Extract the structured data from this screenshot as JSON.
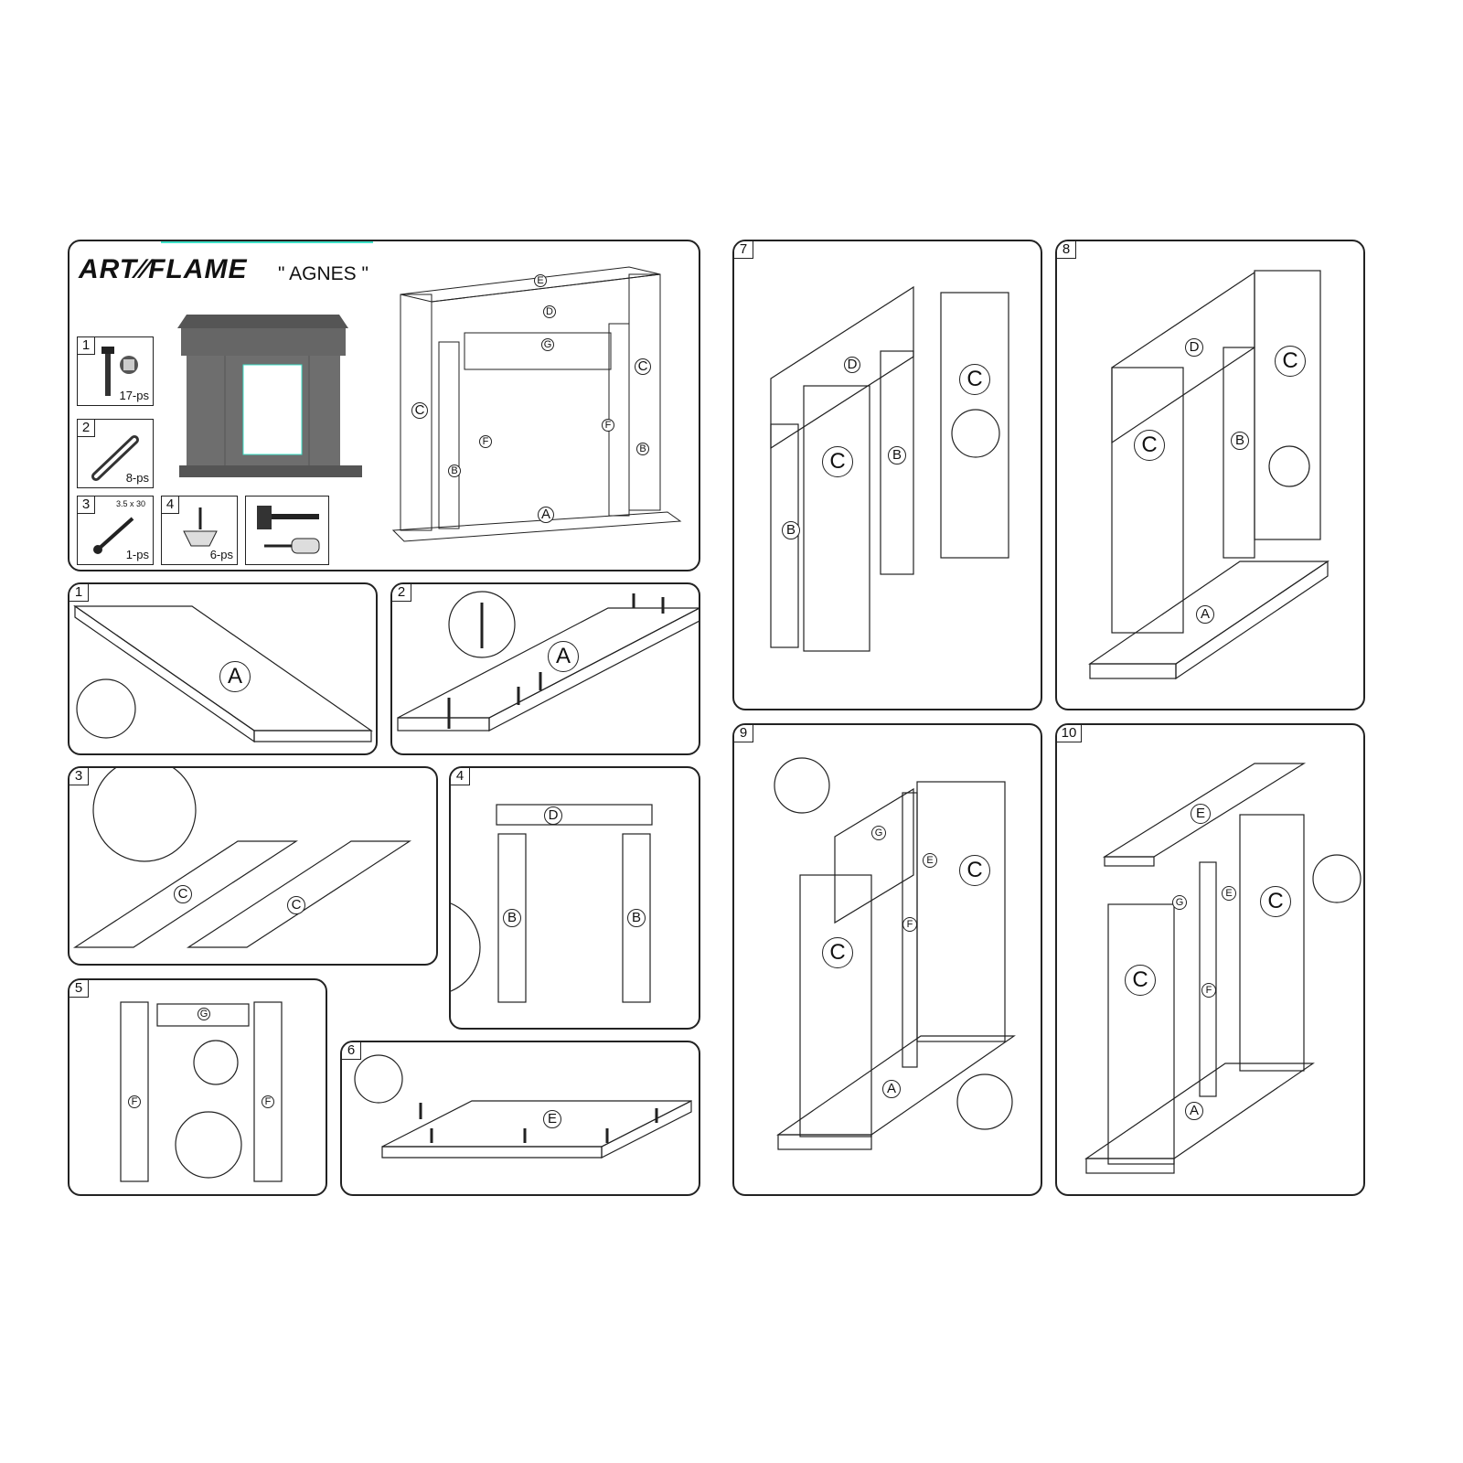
{
  "header": {
    "brand": "ART∕∕FLAME",
    "model": "\" AGNES \""
  },
  "parts": [
    {
      "num": "1",
      "qty": "17-ps",
      "size": "",
      "icon": "cam-bolt-icon"
    },
    {
      "num": "2",
      "qty": "8-ps",
      "size": "",
      "icon": "wooden-dowel-icon"
    },
    {
      "num": "3",
      "qty": "1-ps",
      "size": "3.5 x 30",
      "icon": "screw-icon"
    },
    {
      "num": "4",
      "qty": "6-ps",
      "size": "",
      "icon": "plastic-foot-icon"
    },
    {
      "num": "",
      "qty": "",
      "size": "",
      "icon": "hammer-screwdriver-icon"
    }
  ],
  "overview_labels": {
    "E": "E",
    "D": "D",
    "G": "G",
    "C_left": "C",
    "C_right": "C",
    "F_left": "F",
    "F_right": "F",
    "B_left": "B",
    "B_right": "B",
    "A": "A"
  },
  "steps": {
    "s1": {
      "num": "1",
      "labels": [
        "A"
      ]
    },
    "s2": {
      "num": "2",
      "labels": [
        "A"
      ]
    },
    "s3": {
      "num": "3",
      "labels": [
        "C",
        "C"
      ]
    },
    "s4": {
      "num": "4",
      "labels": [
        "D",
        "B",
        "B"
      ]
    },
    "s5": {
      "num": "5",
      "labels": [
        "G",
        "F",
        "F"
      ]
    },
    "s6": {
      "num": "6",
      "labels": [
        "E"
      ]
    },
    "s7": {
      "num": "7",
      "labels": [
        "D",
        "C",
        "C",
        "B",
        "B"
      ]
    },
    "s8": {
      "num": "8",
      "labels": [
        "D",
        "C",
        "C",
        "B",
        "A"
      ]
    },
    "s9": {
      "num": "9",
      "labels": [
        "G",
        "E",
        "C",
        "C",
        "F",
        "A"
      ]
    },
    "s10": {
      "num": "10",
      "labels": [
        "E",
        "G",
        "E",
        "C",
        "C",
        "F",
        "A"
      ]
    }
  }
}
